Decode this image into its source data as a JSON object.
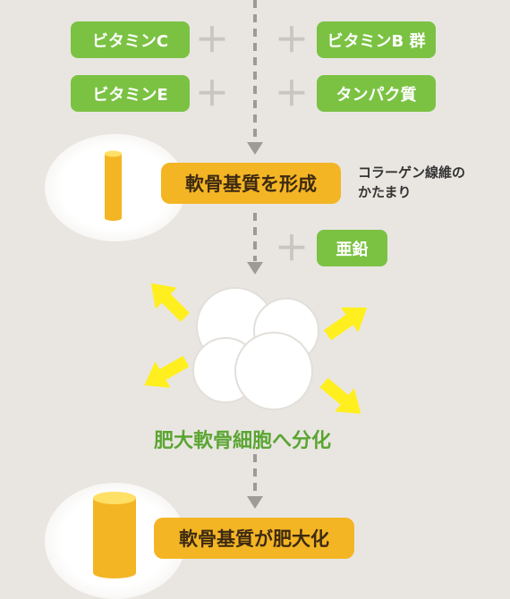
{
  "inputs_row1": {
    "left": "ビタミンC",
    "right": "ビタミンB 群"
  },
  "inputs_row2": {
    "left": "ビタミンE",
    "right": "タンパク質"
  },
  "plus_symbol": "＋",
  "step1": {
    "label": "軟骨基質を形成",
    "note_line1": "コラーゲン線維の",
    "note_line2": "かたまり"
  },
  "zinc": {
    "label": "亜鉛"
  },
  "step2": {
    "label": "肥大軟骨細胞へ分化"
  },
  "step3": {
    "label": "軟骨基質が肥大化"
  },
  "colors": {
    "background": "#e9e6e1",
    "green": "#7bc243",
    "orange": "#f4b524",
    "yellow": "#ffef1f",
    "arrow": "#9e9b97",
    "text_green": "#5aa532"
  }
}
